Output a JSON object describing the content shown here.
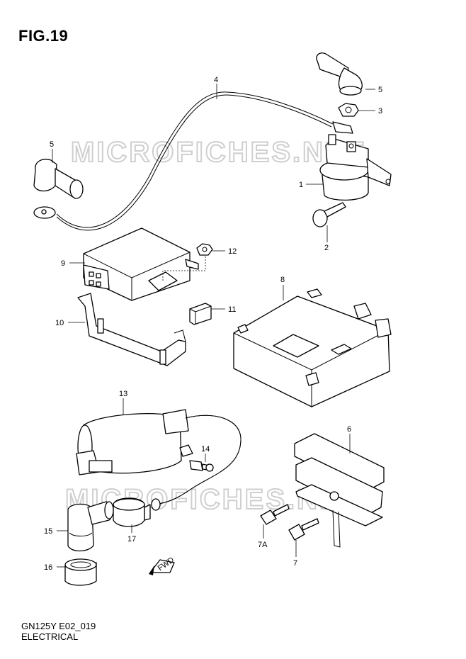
{
  "figure": {
    "title": "FIG.19"
  },
  "watermarks": [
    "MICROFICHES.NET",
    "MICROFICHES.NET"
  ],
  "callouts": {
    "c1": "1",
    "c2": "2",
    "c3": "3",
    "c4": "4",
    "c5a": "5",
    "c5b": "5",
    "c6": "6",
    "c7": "7",
    "c7a": "7A",
    "c8": "8",
    "c9": "9",
    "c10": "10",
    "c11": "11",
    "c12": "12",
    "c13": "13",
    "c14": "14",
    "c15": "15",
    "c16": "16",
    "c17": "17"
  },
  "direction_badge": "FWD",
  "footer": {
    "model_code": "GN125Y E02_019",
    "section": "ELECTRICAL"
  },
  "colors": {
    "line": "#000000",
    "watermark": "#cfcfcf",
    "background": "#ffffff"
  }
}
